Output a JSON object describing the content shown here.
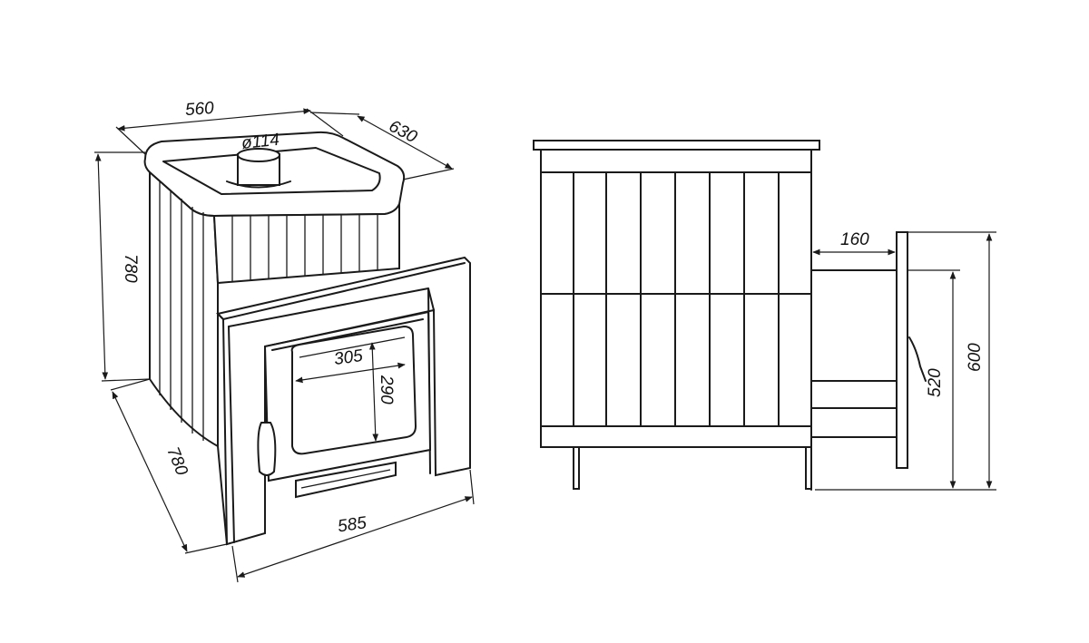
{
  "views": {
    "isometric": {
      "top_width_label": "560",
      "top_depth_label": "630",
      "flue_diameter_label": "ø114",
      "height_label": "780",
      "depth_label": "780",
      "front_width_label": "585",
      "door_width_label": "305",
      "door_height_label": "290"
    },
    "side": {
      "door_protrusion_label": "160",
      "door_frame_height_label": "520",
      "door_total_height_label": "600"
    }
  },
  "colors": {
    "line": "#1a1a1a",
    "background": "#ffffff"
  }
}
